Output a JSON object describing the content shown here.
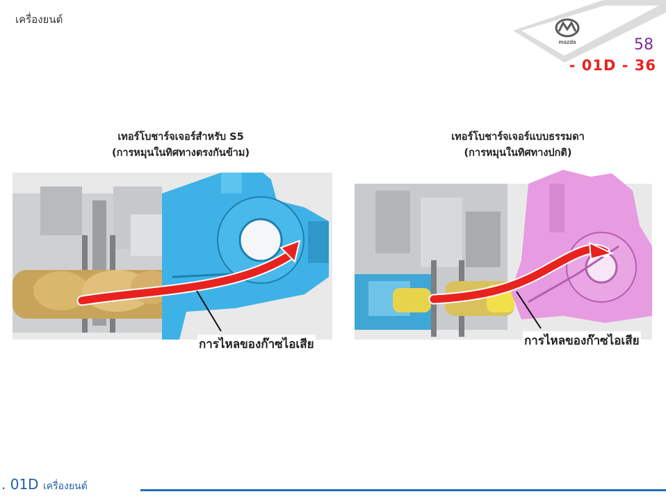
{
  "header": {
    "title": "เครื่องยนต์",
    "page_number": "58",
    "page_code": "- 01D - 36",
    "logo_text": "mazda"
  },
  "figures": {
    "left": {
      "caption_line1": "เทอร์โบชาร์จเจอร์สำหรับ S5",
      "caption_line2": "(การหมุนในทิศทางตรงกันข้าม)",
      "flow_label": "การไหลของก๊าซไอเสีย",
      "housing_color": "#3eb2e6"
    },
    "right": {
      "caption_line1": "เทอร์โบชาร์จเจอร์แบบธรรมดา",
      "caption_line2": "(การหมุนในทิศทางปกติ)",
      "flow_label": "การไหลของก๊าซไอเสีย",
      "housing_color": "#e79be0"
    }
  },
  "colors": {
    "arrow": "#e8231f",
    "accent_blue": "#1f6db5",
    "page_number": "#7a2f9a"
  },
  "footer": {
    "code": ". 01D",
    "section": "เครื่องยนต์"
  }
}
